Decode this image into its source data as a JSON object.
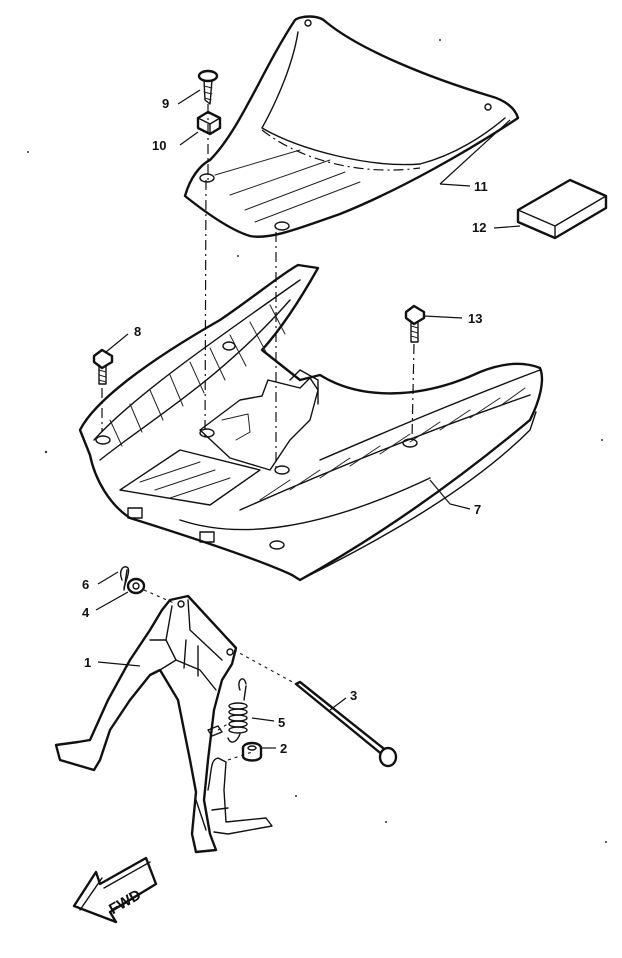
{
  "diagram": {
    "callouts": [
      {
        "id": "1",
        "label": "1"
      },
      {
        "id": "2",
        "label": "2"
      },
      {
        "id": "3",
        "label": "3"
      },
      {
        "id": "4",
        "label": "4"
      },
      {
        "id": "5",
        "label": "5"
      },
      {
        "id": "6",
        "label": "6"
      },
      {
        "id": "7",
        "label": "7"
      },
      {
        "id": "8",
        "label": "8"
      },
      {
        "id": "9",
        "label": "9"
      },
      {
        "id": "10",
        "label": "10"
      },
      {
        "id": "11",
        "label": "11"
      },
      {
        "id": "12",
        "label": "12"
      },
      {
        "id": "13",
        "label": "13"
      }
    ],
    "direction_badge": {
      "text": "FWD",
      "icon": "arrow-left-icon"
    }
  },
  "colors": {
    "ink": "#111111",
    "paper": "#ffffff"
  }
}
